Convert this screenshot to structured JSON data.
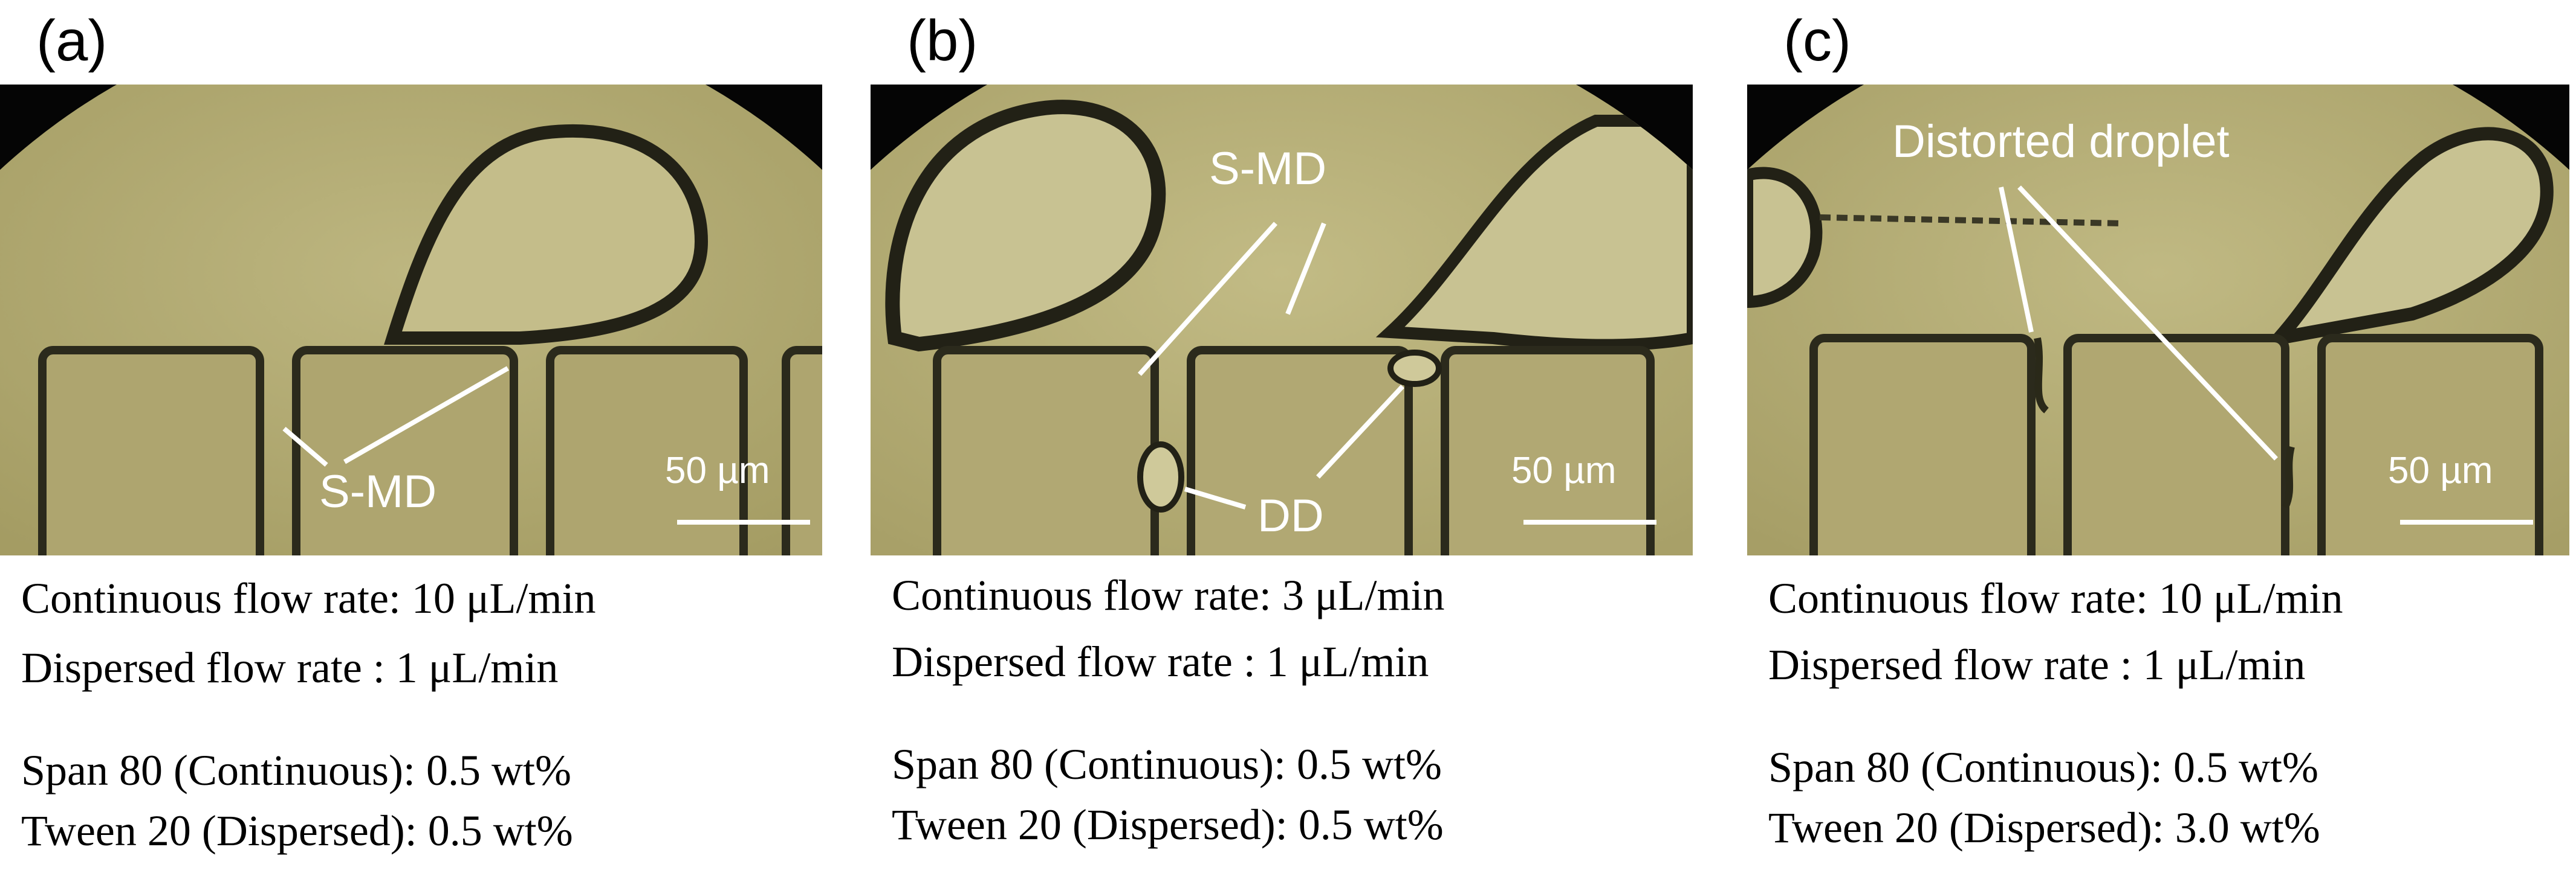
{
  "figure": {
    "panels": [
      {
        "id": "a",
        "letter": "(a)",
        "annotations": [
          "S-MD"
        ],
        "scale_bar": "50 µm",
        "conditions": {
          "continuous_flow": "Continuous flow rate: 10 μL/min",
          "dispersed_flow": "Dispersed flow rate : 1 μL/min",
          "span80": "Span 80 (Continuous): 0.5 wt%",
          "tween20": "Tween 20 (Dispersed): 0.5 wt%"
        }
      },
      {
        "id": "b",
        "letter": "(b)",
        "annotations": [
          "S-MD",
          "DD"
        ],
        "scale_bar": "50 µm",
        "conditions": {
          "continuous_flow": "Continuous flow rate: 3 μL/min",
          "dispersed_flow": "Dispersed flow rate : 1 μL/min",
          "span80": "Span 80 (Continuous): 0.5 wt%",
          "tween20": "Tween 20 (Dispersed): 0.5 wt%"
        }
      },
      {
        "id": "c",
        "letter": "(c)",
        "annotations": [
          "Distorted droplet"
        ],
        "scale_bar": "50 µm",
        "conditions": {
          "continuous_flow": "Continuous flow rate: 10 μL/min",
          "dispersed_flow": "Dispersed flow rate : 1 μL/min",
          "span80": "Span 80 (Continuous): 0.5 wt%",
          "tween20": "Tween 20 (Dispersed): 3.0 wt%"
        }
      }
    ],
    "colors": {
      "background_dark": "#050505",
      "field": "#b5ad77",
      "channel_edge": "#2b2a1c",
      "annotation": "#ffffff"
    }
  }
}
